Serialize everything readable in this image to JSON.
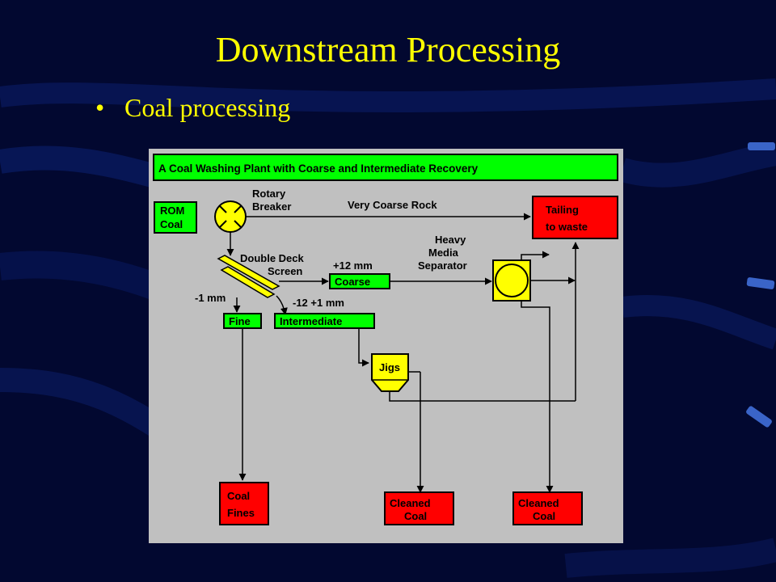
{
  "slide": {
    "title": "Downstream Processing",
    "bullet": "Coal  processing"
  },
  "diagram": {
    "header": "A  Coal Washing Plant with Coarse and Intermediate Recovery",
    "rom_line1": "ROM",
    "rom_line2": "Coal",
    "breaker_line1": "Rotary",
    "breaker_line2": "Breaker",
    "very_coarse": "Very Coarse Rock",
    "tailing_line1": "Tailing",
    "tailing_line2": "to waste",
    "screen_line1": "Double Deck",
    "screen_line2": "Screen",
    "plus12": "+12 mm",
    "coarse": "Coarse",
    "hms_line1": "Heavy",
    "hms_line2": "Media",
    "hms_line3": "Separator",
    "minus1": "-1 mm",
    "minus12plus1": "-12 +1 mm",
    "fine": "Fine",
    "intermediate": "Intermediate",
    "jigs": "Jigs",
    "coal_fines_line1": "Coal",
    "coal_fines_line2": "Fines",
    "cleaned1_line1": "Cleaned",
    "cleaned1_line2": "Coal",
    "cleaned2_line1": "Cleaned",
    "cleaned2_line2": "Coal"
  },
  "colors": {
    "background": "#020830",
    "title_text": "#ffff00",
    "header_box": "#00ff00",
    "stream_box": "#00ff00",
    "product_box": "#ff0000",
    "equipment": "#ffff00",
    "diagram_background": "#c0c0c0"
  }
}
